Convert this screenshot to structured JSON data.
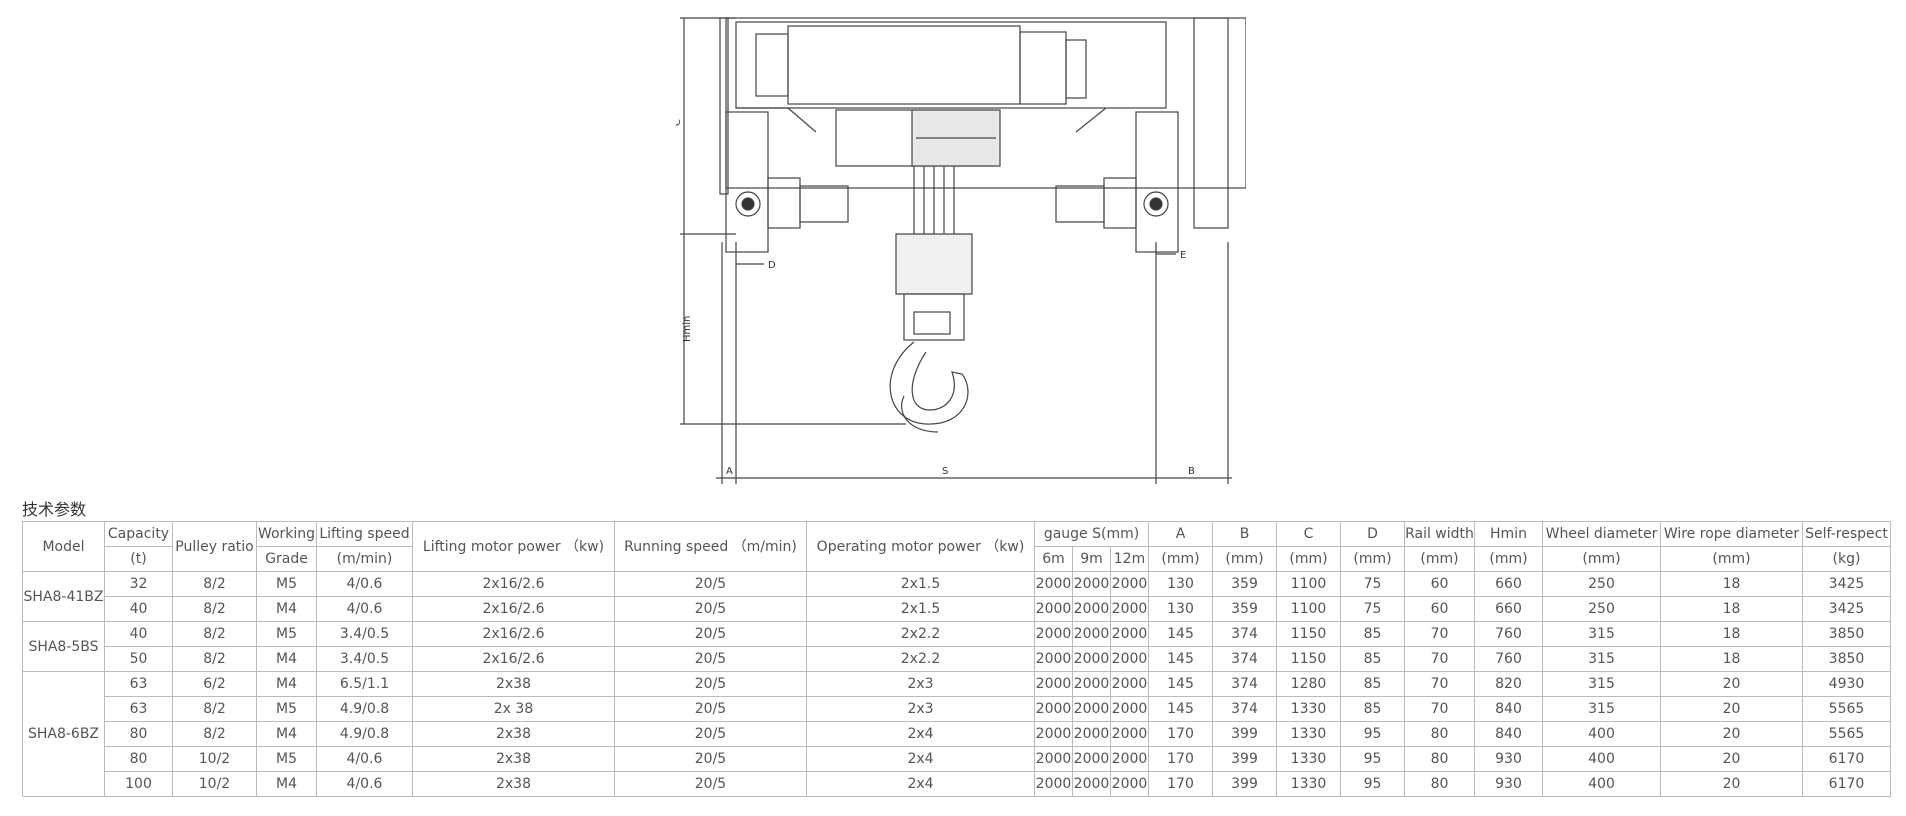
{
  "drawing": {
    "labels": {
      "c": "C",
      "d": "D",
      "e": "E",
      "hmin": "Hmin",
      "a": "A",
      "s": "S",
      "b": "B"
    }
  },
  "section_title": "技术参数",
  "table": {
    "headers": {
      "model": "Model",
      "capacity": [
        "Capacity",
        "(t)"
      ],
      "pulley": "Pulley ratio",
      "working": [
        "Working",
        "Grade"
      ],
      "lifting_speed": [
        "Lifting speed",
        "(m/min)"
      ],
      "lifting_power": "Lifting motor power （kw)",
      "running_speed": "Running speed （m/min)",
      "operating_power": "Operating motor power （kw)",
      "gauge": "gauge S(mm)",
      "gauge_sub": [
        "6m",
        "9m",
        "12m"
      ],
      "a": [
        "A",
        "(mm)"
      ],
      "b": [
        "B",
        "(mm)"
      ],
      "c": [
        "C",
        "(mm)"
      ],
      "d": [
        "D",
        "(mm)"
      ],
      "rail": [
        "Rail width",
        "(mm)"
      ],
      "hmin": [
        "Hmin",
        "(mm)"
      ],
      "wheel": [
        "Wheel diameter",
        "(mm)"
      ],
      "rope": [
        "Wire rope diameter",
        "(mm)"
      ],
      "self": [
        "Self-respect",
        "(kg)"
      ]
    },
    "groups": [
      {
        "model": "SHA8-41BZ",
        "rows": [
          [
            "32",
            "8/2",
            "M5",
            "4/0.6",
            "2x16/2.6",
            "20/5",
            "2x1.5",
            "2000",
            "2000",
            "2000",
            "130",
            "359",
            "1100",
            "75",
            "60",
            "660",
            "250",
            "18",
            "3425"
          ],
          [
            "40",
            "8/2",
            "M4",
            "4/0.6",
            "2x16/2.6",
            "20/5",
            "2x1.5",
            "2000",
            "2000",
            "2000",
            "130",
            "359",
            "1100",
            "75",
            "60",
            "660",
            "250",
            "18",
            "3425"
          ]
        ]
      },
      {
        "model": "SHA8-5BS",
        "rows": [
          [
            "40",
            "8/2",
            "M5",
            "3.4/0.5",
            "2x16/2.6",
            "20/5",
            "2x2.2",
            "2000",
            "2000",
            "2000",
            "145",
            "374",
            "1150",
            "85",
            "70",
            "760",
            "315",
            "18",
            "3850"
          ],
          [
            "50",
            "8/2",
            "M4",
            "3.4/0.5",
            "2x16/2.6",
            "20/5",
            "2x2.2",
            "2000",
            "2000",
            "2000",
            "145",
            "374",
            "1150",
            "85",
            "70",
            "760",
            "315",
            "18",
            "3850"
          ]
        ]
      },
      {
        "model": "SHA8-6BZ",
        "rows": [
          [
            "63",
            "6/2",
            "M4",
            "6.5/1.1",
            "2x38",
            "20/5",
            "2x3",
            "2000",
            "2000",
            "2000",
            "145",
            "374",
            "1280",
            "85",
            "70",
            "820",
            "315",
            "20",
            "4930"
          ],
          [
            "63",
            "8/2",
            "M5",
            "4.9/0.8",
            "2x 38",
            "20/5",
            "2x3",
            "2000",
            "2000",
            "2000",
            "145",
            "374",
            "1330",
            "85",
            "70",
            "840",
            "315",
            "20",
            "5565"
          ],
          [
            "80",
            "8/2",
            "M4",
            "4.9/0.8",
            "2x38",
            "20/5",
            "2x4",
            "2000",
            "2000",
            "2000",
            "170",
            "399",
            "1330",
            "95",
            "80",
            "840",
            "400",
            "20",
            "5565"
          ],
          [
            "80",
            "10/2",
            "M5",
            "4/0.6",
            "2x38",
            "20/5",
            "2x4",
            "2000",
            "2000",
            "2000",
            "170",
            "399",
            "1330",
            "95",
            "80",
            "930",
            "400",
            "20",
            "6170"
          ],
          [
            "100",
            "10/2",
            "M4",
            "4/0.6",
            "2x38",
            "20/5",
            "2x4",
            "2000",
            "2000",
            "2000",
            "170",
            "399",
            "1330",
            "95",
            "80",
            "930",
            "400",
            "20",
            "6170"
          ]
        ]
      }
    ]
  }
}
